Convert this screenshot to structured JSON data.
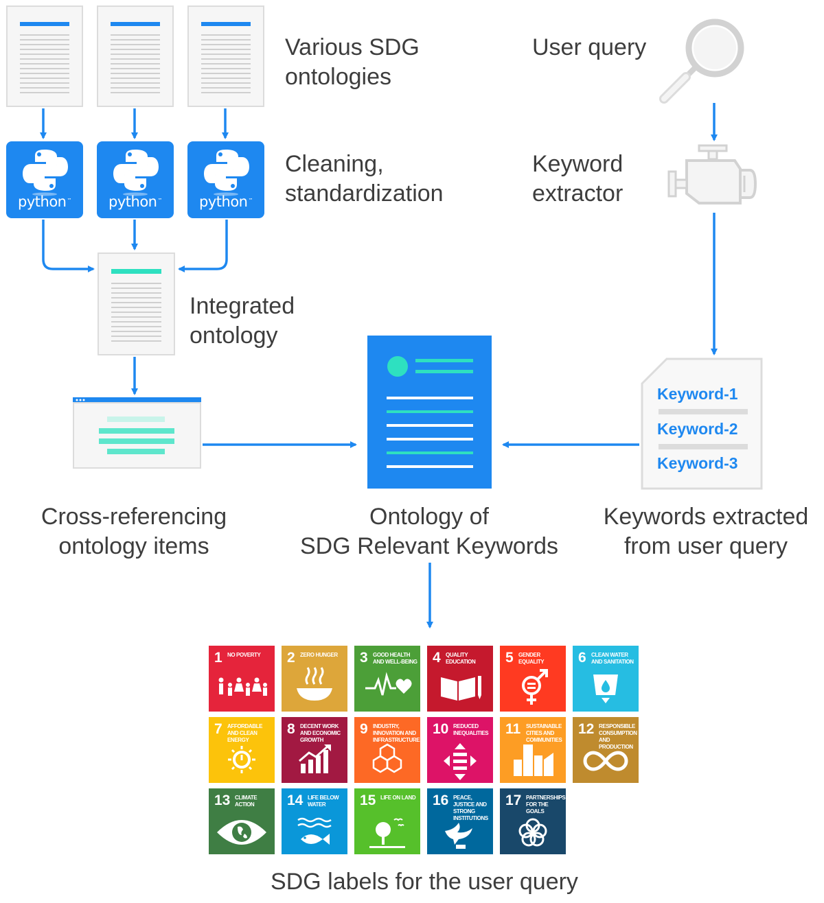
{
  "labels": {
    "various_ontologies": [
      "Various SDG",
      "ontologies"
    ],
    "cleaning": [
      "Cleaning,",
      "standardization"
    ],
    "integrated": [
      "Integrated",
      "ontology"
    ],
    "cross_ref": [
      "Cross-referencing",
      "ontology items"
    ],
    "ontology_keywords": [
      "Ontology of",
      "SDG Relevant Keywords"
    ],
    "user_query": "User query",
    "keyword_extractor": [
      "Keyword",
      "extractor"
    ],
    "keywords_extracted": [
      "Keywords extracted",
      "from user query"
    ],
    "sdg_labels": "SDG labels for the user query"
  },
  "python_logo_text": "python",
  "python_tm": "™",
  "keywords": [
    "Keyword-1",
    "Keyword-2",
    "Keyword-3"
  ],
  "sdg_goals": [
    {
      "num": "1",
      "name": "No poverty",
      "color": "#e5243b",
      "icon": "family-icon"
    },
    {
      "num": "2",
      "name": "Zero hunger",
      "color": "#dda63a",
      "icon": "bowl-icon"
    },
    {
      "num": "3",
      "name": "Good health and well-being",
      "color": "#4c9f38",
      "icon": "heartbeat-icon"
    },
    {
      "num": "4",
      "name": "Quality education",
      "color": "#c5192d",
      "icon": "book-icon"
    },
    {
      "num": "5",
      "name": "Gender equality",
      "color": "#ff3a21",
      "icon": "gender-icon"
    },
    {
      "num": "6",
      "name": "Clean water and sanitation",
      "color": "#26bde2",
      "icon": "water-drop-icon"
    },
    {
      "num": "7",
      "name": "Affordable and clean energy",
      "color": "#fcc30b",
      "icon": "sun-power-icon"
    },
    {
      "num": "8",
      "name": "Decent work and economic growth",
      "color": "#a21942",
      "icon": "growth-chart-icon"
    },
    {
      "num": "9",
      "name": "Industry, innovation and infrastructure",
      "color": "#fd6925",
      "icon": "cubes-icon"
    },
    {
      "num": "10",
      "name": "Reduced inequalities",
      "color": "#dd1367",
      "icon": "equal-arrows-icon"
    },
    {
      "num": "11",
      "name": "Sustainable cities and communities",
      "color": "#fd9d24",
      "icon": "city-icon"
    },
    {
      "num": "12",
      "name": "Responsible consumption and production",
      "color": "#bf8b2e",
      "icon": "infinity-icon"
    },
    {
      "num": "13",
      "name": "Climate action",
      "color": "#3f7e44",
      "icon": "eye-globe-icon"
    },
    {
      "num": "14",
      "name": "Life below water",
      "color": "#0a97d9",
      "icon": "fish-icon"
    },
    {
      "num": "15",
      "name": "Life on land",
      "color": "#56c02b",
      "icon": "tree-icon"
    },
    {
      "num": "16",
      "name": "Peace, justice and strong institutions",
      "color": "#00689d",
      "icon": "dove-icon"
    },
    {
      "num": "17",
      "name": "Partnerships for the goals",
      "color": "#19486a",
      "icon": "rings-icon"
    }
  ],
  "colors": {
    "accent_blue": "#1e88f0",
    "teal": "#2ee0c0",
    "light_teal": "#c8f4ea",
    "doc_gray": "#dcdcdc"
  }
}
